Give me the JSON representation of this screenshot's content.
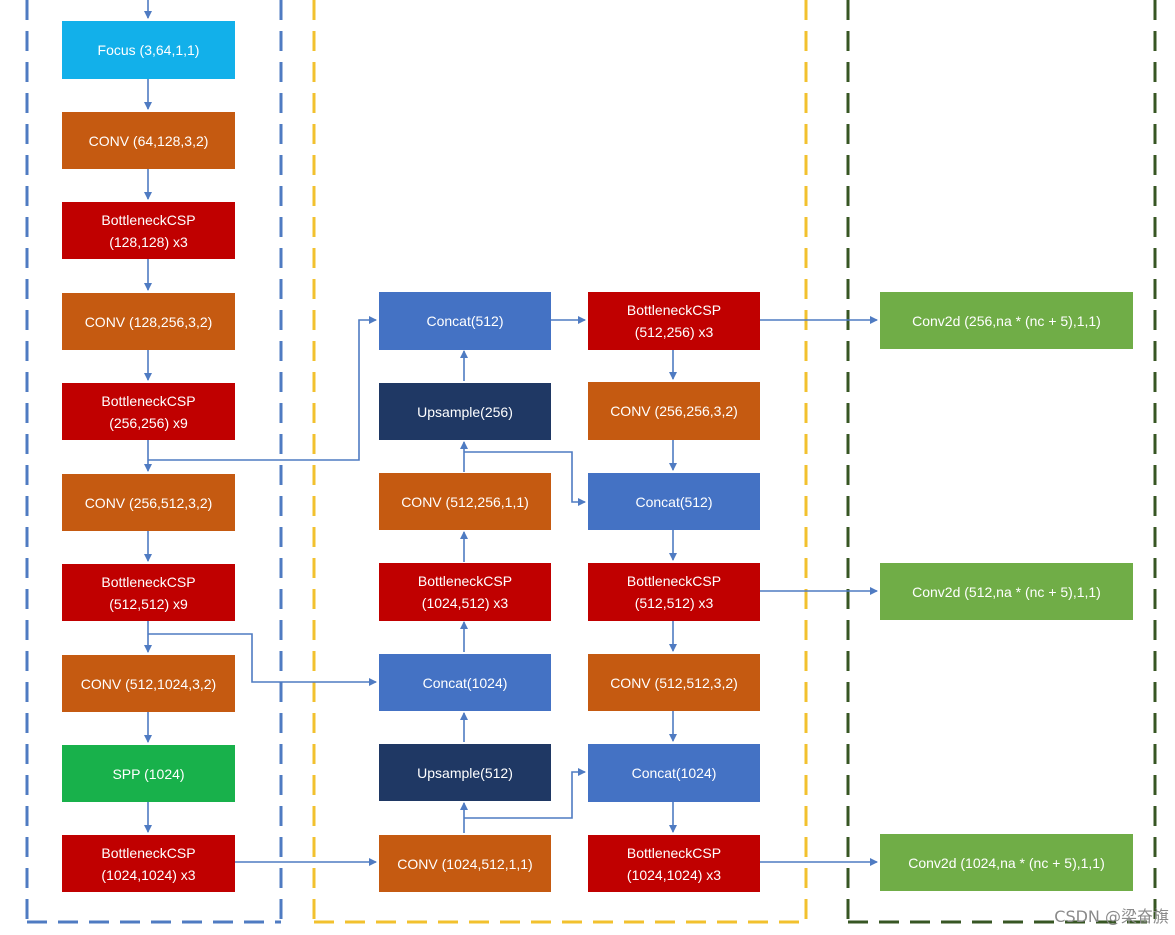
{
  "colors": {
    "focus": "#12b0ea",
    "conv": "#c55a11",
    "bottleneck_csp": "#c00000",
    "concat": "#4472c4",
    "upsample": "#1f3864",
    "spp": "#18b14b",
    "head": "#70ad47",
    "arrow": "#4f7bc2",
    "backbone_border": "#4f7bc2",
    "neck_border": "#f2c12e",
    "head_border": "#375623"
  },
  "backbone": {
    "focus": "Focus (3,64,1,1)",
    "conv1": "CONV (64,128,3,2)",
    "csp1": "BottleneckCSP\n(128,128) x3",
    "conv2": "CONV (128,256,3,2)",
    "csp2": "BottleneckCSP\n(256,256) x9",
    "conv3": "CONV (256,512,3,2)",
    "csp3": "BottleneckCSP\n(512,512) x9",
    "conv4": "CONV (512,1024,3,2)",
    "spp": "SPP (1024)",
    "csp4": "BottleneckCSP\n(1024,1024) x3"
  },
  "neck_left": {
    "concat_top": "Concat(512)",
    "upsample_top": "Upsample(256)",
    "conv_mid": "CONV (512,256,1,1)",
    "csp_mid": "BottleneckCSP\n(1024,512) x3",
    "concat_mid": "Concat(1024)",
    "upsample_bottom": "Upsample(512)",
    "conv_bottom": "CONV (1024,512,1,1)"
  },
  "neck_right": {
    "csp_top": "BottleneckCSP\n(512,256) x3",
    "conv_top": "CONV (256,256,3,2)",
    "concat_top": "Concat(512)",
    "csp_mid": "BottleneckCSP\n(512,512) x3",
    "conv_mid": "CONV (512,512,3,2)",
    "concat_bottom": "Concat(1024)",
    "csp_bottom": "BottleneckCSP\n(1024,1024) x3"
  },
  "head": {
    "out1": "Conv2d (256,na * (nc + 5),1,1)",
    "out2": "Conv2d (512,na * (nc + 5),1,1)",
    "out3": "Conv2d (1024,na * (nc + 5),1,1)"
  },
  "watermark": "CSDN @梁奋旗"
}
